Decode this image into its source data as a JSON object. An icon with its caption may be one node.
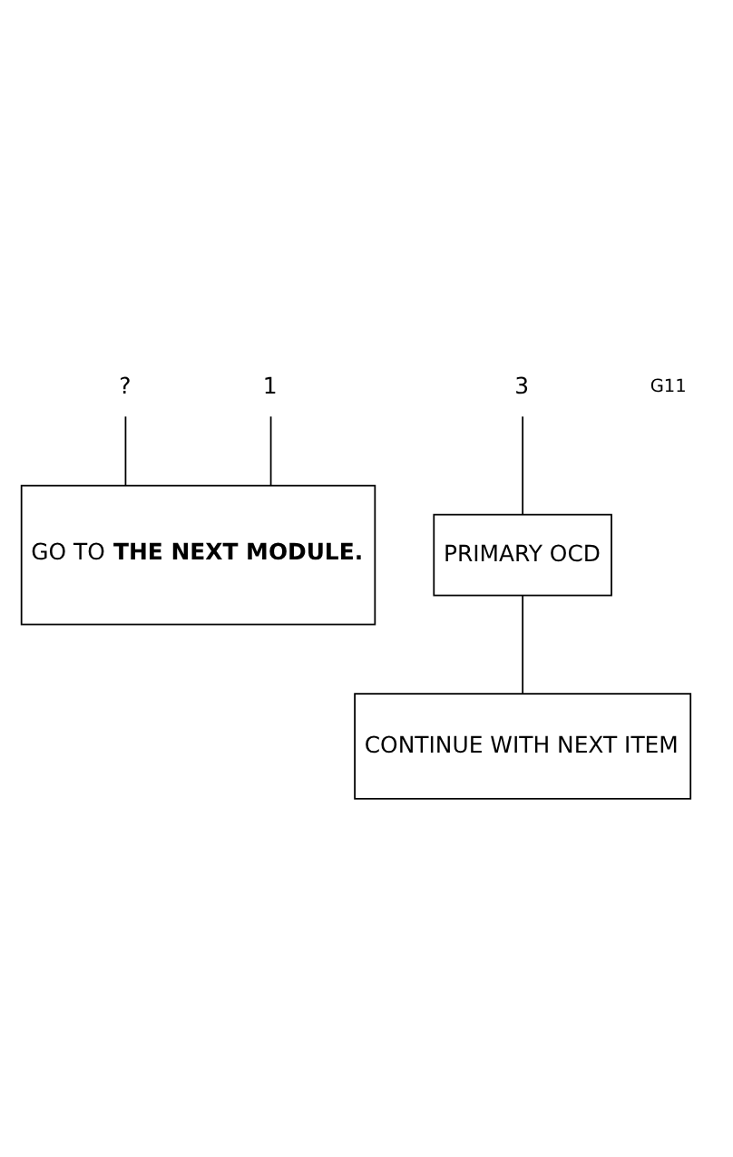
{
  "diagram": {
    "nodes": [
      {
        "text": [
          "?"
        ]
      },
      {
        "text": [
          "1"
        ]
      },
      {
        "text": [
          "3"
        ]
      },
      {
        "text": [
          "PRIMARY OCD"
        ]
      },
      {
        "text": [
          "GO TO **THE NEXT MODULE.**"
        ]
      },
      {
        "text": [
          "CONTINUE WITH NEXT ITEM"
        ]
      }
    ],
    "edges": [
      {
        "from": 0,
        "to": 4,
        "arrow": "none"
      },
      {
        "from": 1,
        "to": 4,
        "arrow": "none"
      },
      {
        "from": 2,
        "to": 3,
        "arrow": "none"
      },
      {
        "from": 3,
        "to": 5,
        "arrow": "none"
      }
    ],
    "labels": [
      "G11"
    ]
  }
}
